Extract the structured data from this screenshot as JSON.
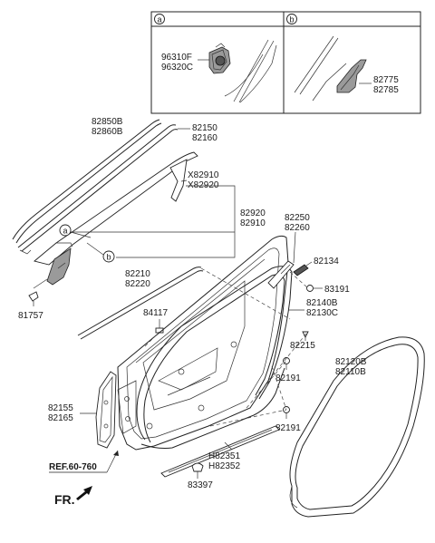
{
  "insets": [
    {
      "marker": "a",
      "parts": [
        "96310F",
        "96320C"
      ]
    },
    {
      "marker": "b",
      "parts": [
        "82775",
        "82785"
      ]
    }
  ],
  "callouts": {
    "a": "a",
    "b": "b"
  },
  "labels": {
    "l82850b": "82850B",
    "l82860b": "82860B",
    "l82150": "82150",
    "l82160": "82160",
    "lx82910": "X82910",
    "lx82920": "X82920",
    "l82920": "82920",
    "l82910": "82910",
    "l82250": "82250",
    "l82260": "82260",
    "l82134": "82134",
    "l83191": "83191",
    "l82210": "82210",
    "l82220": "82220",
    "l84117": "84117",
    "l82140b": "82140B",
    "l82130c": "82130C",
    "l82215": "82215",
    "l82120b": "82120B",
    "l82110b": "82110B",
    "l82191a": "82191",
    "l82191b": "82191",
    "l81757": "81757",
    "l82155": "82155",
    "l82165": "82165",
    "lh82351": "H82351",
    "lh82352": "H82352",
    "l83397": "83397",
    "ref": "REF.60-760",
    "fr": "FR."
  }
}
